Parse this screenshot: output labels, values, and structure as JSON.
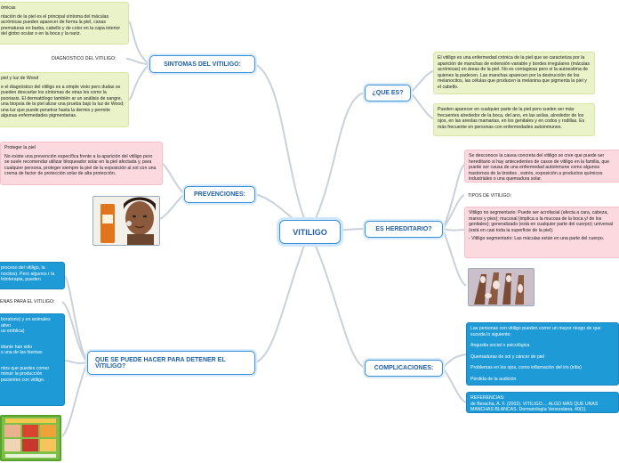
{
  "center": {
    "label": "VITILIGO"
  },
  "branches": {
    "sintomas": {
      "label": "SINTOMAS DEL VITILIGO:"
    },
    "prevenciones": {
      "label": "PREVENCIONES:"
    },
    "detener": {
      "label": "QUE SE PUEDE HACER PARA DETENER EL VITILIGO?"
    },
    "que_es": {
      "label": "¿QUE ES?"
    },
    "hereditario": {
      "label": "ES HEREDITARIO?"
    },
    "complicaciones": {
      "label": "COMPLICACIONES:"
    }
  },
  "sintomas": {
    "note1": {
      "title": "ómicas",
      "text": "ntación de la piel es el principal síntoma del máculas acrómicas pueden aparecer de forma la piel, canas prematuras en barba, cabello y de color en la capa interior del globo ocular o en la boca y la nariz."
    },
    "diagnostico_label": "DIAGNOSTICO DEL VITILIGO:",
    "note2": {
      "title": "piel y luz de Wood",
      "text": "e el diagnóstico del vitiligo es a simple visto pero dudas se pueden descartar los síntomas de otras les como la psoriasis. El dermatólogo también ar un análisis de sangre, una biopsia de la piel alizar una prueba bajo la luz de Wood; una luz que puede penetrar hasta la dermis y permite algunas enfermedades pigmentarias."
    }
  },
  "prevenciones": {
    "note": {
      "title": "Proteger la piel",
      "text": "No existe una prevención específica frente a la aparición del vitiligo pero se suele recomendar utilizar bloqueador solar en la piel afectada y, para cualquier persona, proteger siempre la piel de la exposición al sol con una crema de factor de protección solar de alta protección."
    },
    "image_alt": "Mujer aplicando protector solar"
  },
  "detener": {
    "note1": "proceso del vitiligo, la nocitos). Pero algunos r la fototerapia, pueden",
    "label2": "ENAS PARA EL VITILIGO:",
    "note2_lines": [
      "boratorio) y en animales",
      "ativo",
      "us emblica)",
      "",
      "idante han sido",
      "s una de las hierbas",
      "",
      "ntos que puedes comer",
      "minuir la producción",
      "pacientes con vitiligo."
    ],
    "image_alt": "Collage de frutas y manos"
  },
  "que_es": {
    "note1": "El vitiligo es una enfermedad crónica de la piel que se caracteriza por la aparición de manchas de extensión variable y bordes irregulares (máculas acrómicas) en áreas de la piel. No es contagiosa pero sí la autoestima de quienes la padecen. Las manchas aparecen por la destrucción de los melanocitos, las células que producen la melanina que pigmenta la piel y el cabello.",
    "note2": "Pueden aparecer en cualquier parte de la piel pero suelen ser más frecuentes alrededor de la boca, del ano, en las axilas, alrededor de los ojos, en las areolas mamarias, en los genitales y en codos y rodillas. Es más frecuente en personas con enfermedades autoinmunes."
  },
  "hereditario": {
    "note1": "Se desconoce la causa concreta del vitiligo se cree que puede ser hereditario si hay antecedentes de casos de vitiligo en la familia, que puede ser causa de una enfermedad autoinmune como algunos trastornos de la tiroides , estrés, exposición a productos químicos industriales o una quemadura solar.",
    "tipos_label": "TIPOS DE VITILIGO:",
    "note2a": "Vitiligo no segmentario: Puede ser acrofacial (afecta a cara, cabeza, manos y pies); mucosal (implica a la mucosa de la boca y/ de los genitales); generalizado (está en cualquier parte del cuerpo); universal (está en casi toda la superficie de la piel).",
    "note2b": "- Vitiligo segmentario: Las máculas están en una parte del cuerpo.",
    "image_alt": "Manos con vitiligo"
  },
  "complicaciones": {
    "items": [
      "Las personas con vitiligo pueden correr un mayor riesgo de que suceda lo siguiente:",
      "Angustia social o psicológica",
      "Quemaduras de sol y cáncer de piel",
      "Problemas en los ojos, como inflamación del iris (iritis)",
      "Pérdida de la audición"
    ],
    "referencias": "REFERENCIAS:",
    "referencia_text": "de Beracha, A. F. (2002). VITILIGO.... ALGO MÁS QUE UNAS MANCHAS BLANCAS. Dermatología Venezolana, 40(1)."
  },
  "colors": {
    "link": "#c9d1da",
    "accent": "#3a8fd6",
    "green_note": "#e9f2c8",
    "pink_note": "#fbd9df",
    "blue_note": "#1e9ad6"
  }
}
